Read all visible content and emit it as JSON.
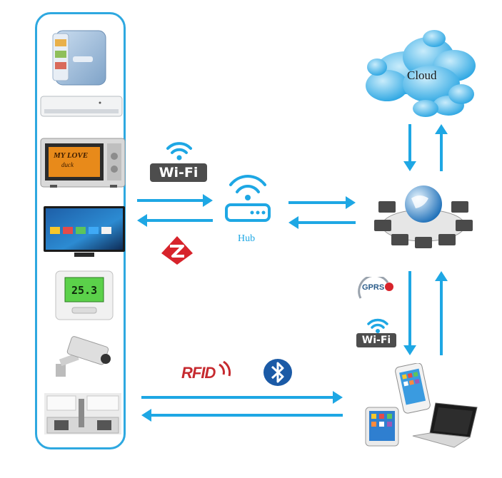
{
  "hub": {
    "label": "Hub"
  },
  "cloud": {
    "label": "Cloud"
  },
  "badges": {
    "wifi_top": "Wi-Fi",
    "wifi_right": "Wi-Fi",
    "gprs": "GPRS",
    "rfid": "RFID"
  },
  "devices": {
    "microwave_screen": "MY LOVE",
    "microwave_screen_sub": "duck",
    "thermostat_reading": "25.3"
  },
  "colors": {
    "accent": "#1ea7e4",
    "panel_border": "#2ea8e0",
    "wifi_badge_bg": "#4d4d4d",
    "zigbee_red": "#d7232b",
    "rfid_red": "#c62a2f",
    "bluetooth_blue": "#1b5aa6"
  }
}
